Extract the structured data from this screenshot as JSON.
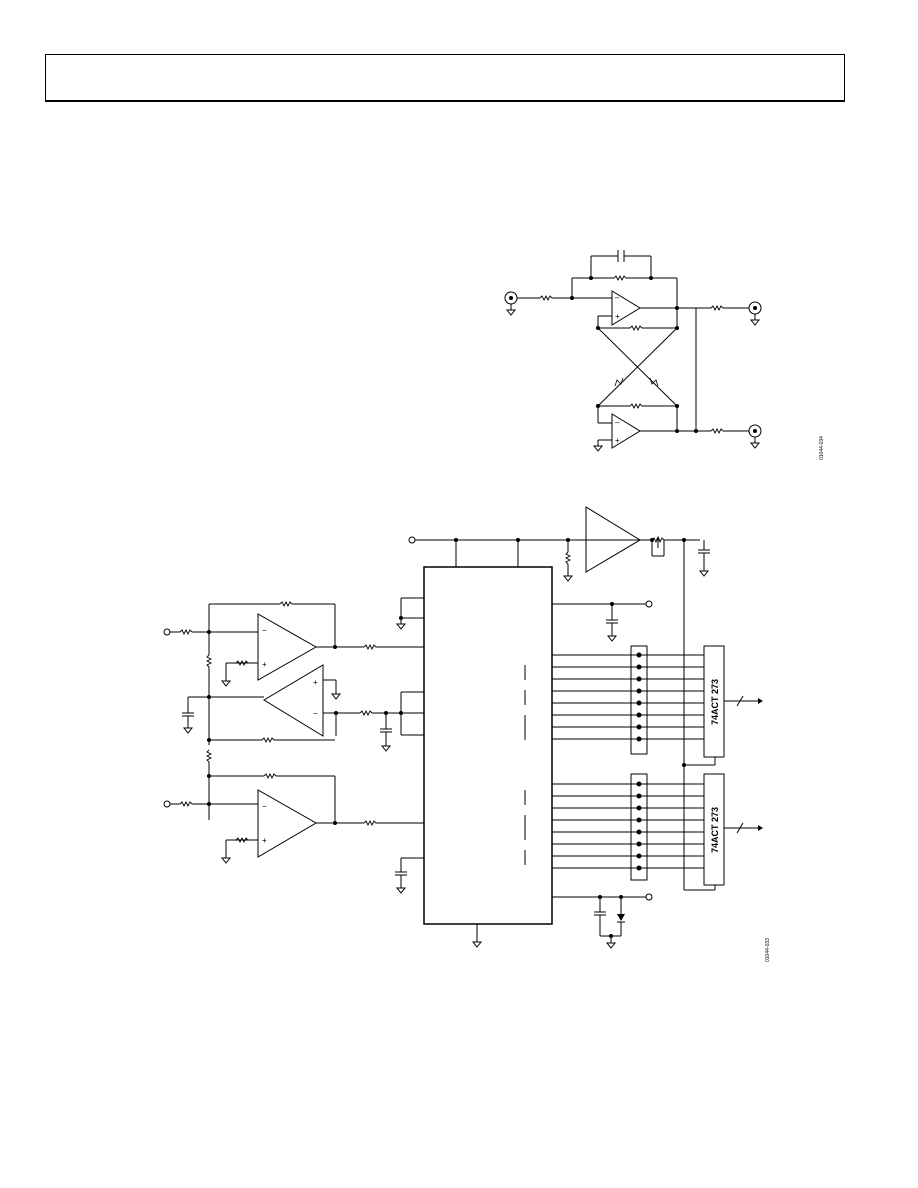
{
  "header": {
    "text": ""
  },
  "figure_top": {
    "id": "01044-034"
  },
  "figure_bottom": {
    "id": "01044-033",
    "latch1_label": "74ACT 273",
    "latch2_label": "74ACT 273",
    "opamp_minus": "−",
    "opamp_plus": "+"
  }
}
